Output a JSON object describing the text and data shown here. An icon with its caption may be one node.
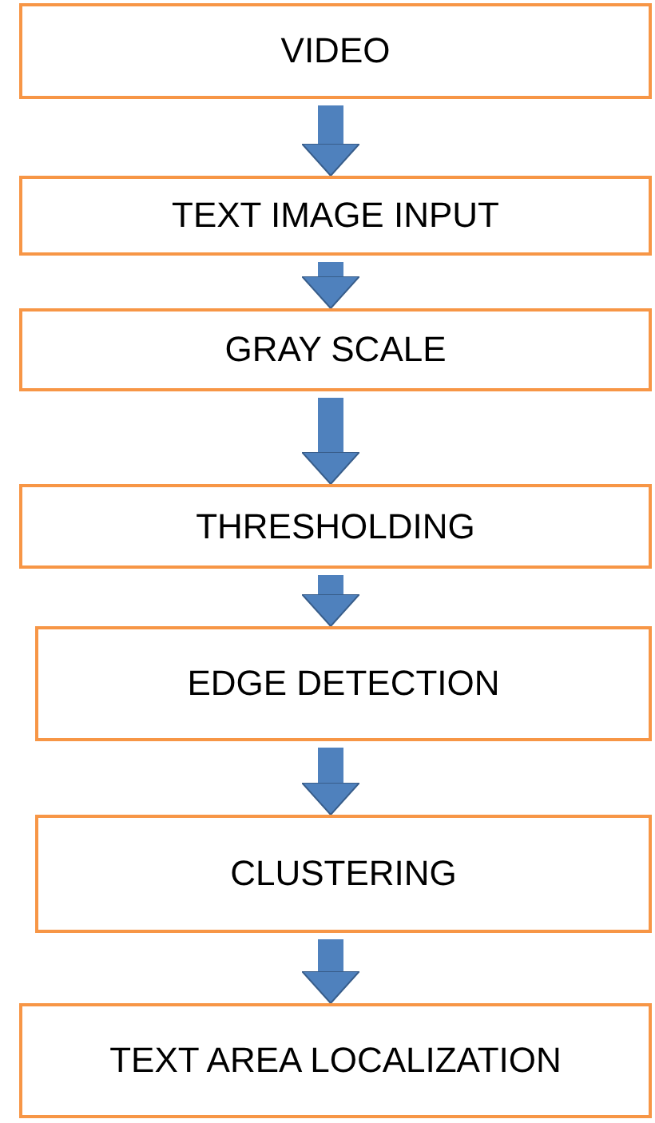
{
  "diagram": {
    "nodes": [
      {
        "text": [
          "VIDEO"
        ]
      },
      {
        "text": [
          "TEXT IMAGE INPUT"
        ]
      },
      {
        "text": [
          "GRAY SCALE"
        ]
      },
      {
        "text": [
          "THRESHOLDING"
        ]
      },
      {
        "text": [
          "EDGE DETECTION"
        ]
      },
      {
        "text": [
          "CLUSTERING"
        ]
      },
      {
        "text": [
          "TEXT AREA LOCALIZATION"
        ]
      }
    ],
    "edges": [
      {
        "from": 0,
        "to": 1,
        "arrow": "to"
      },
      {
        "from": 1,
        "to": 2,
        "arrow": "to"
      },
      {
        "from": 2,
        "to": 3,
        "arrow": "to"
      },
      {
        "from": 3,
        "to": 4,
        "arrow": "to"
      },
      {
        "from": 4,
        "to": 5,
        "arrow": "to"
      },
      {
        "from": 5,
        "to": 6,
        "arrow": "to"
      }
    ]
  }
}
